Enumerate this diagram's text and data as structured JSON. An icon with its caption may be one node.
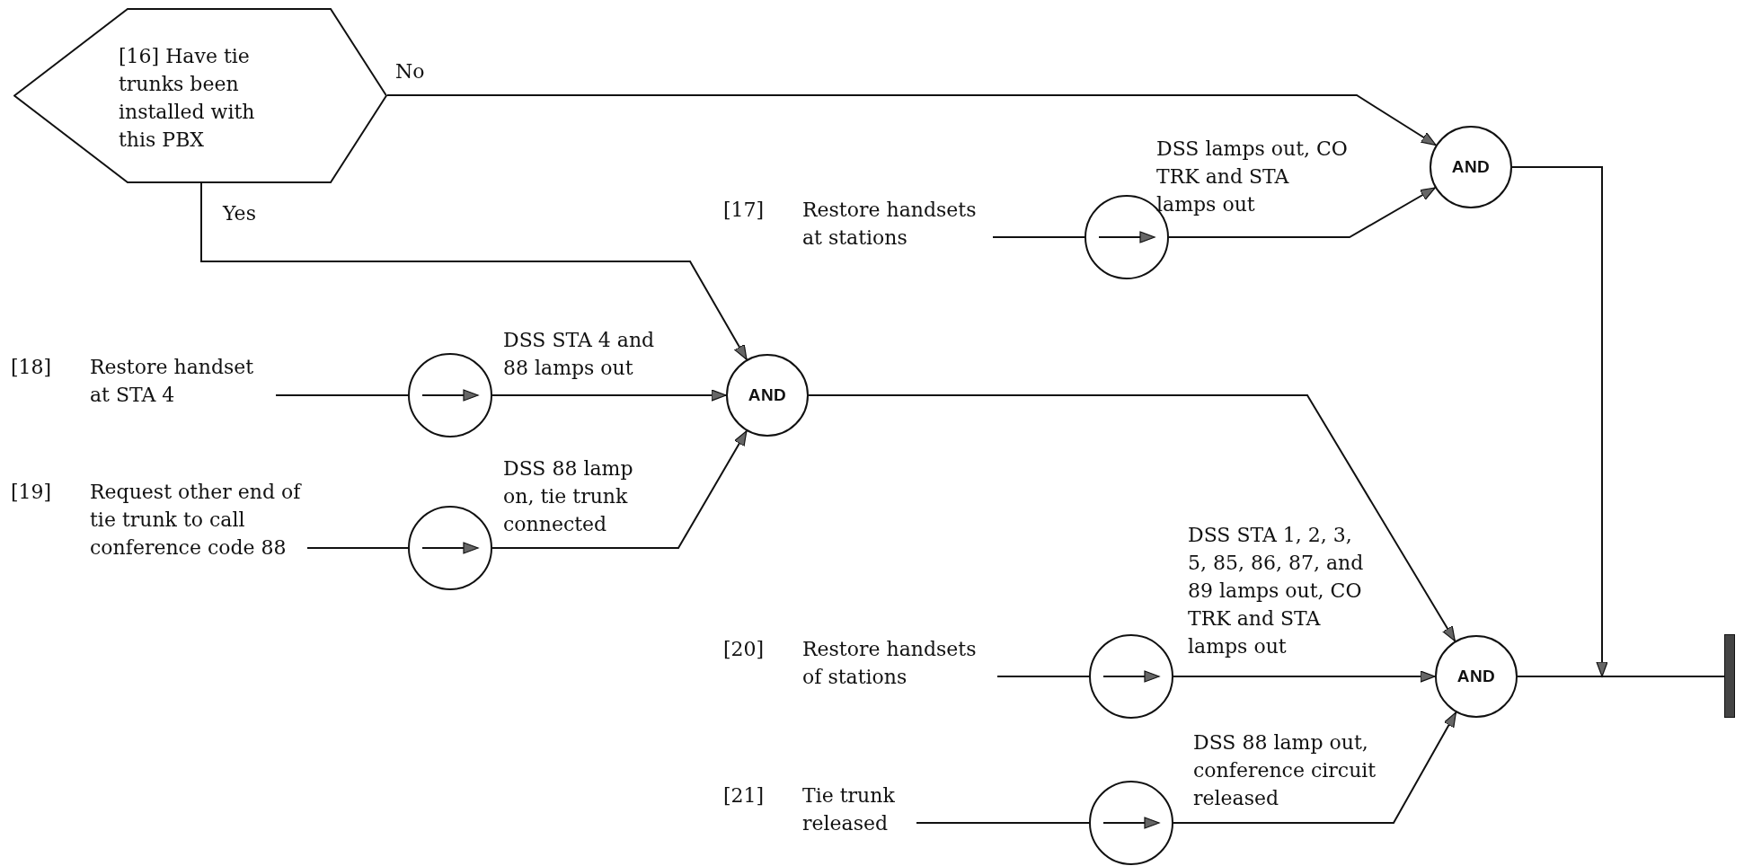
{
  "diagram": {
    "nodes": [
      {
        "text": [
          "[16] Have tie trunks been installed with this PBX"
        ]
      },
      {
        "text": [
          "[17]",
          "Restore handsets at stations"
        ]
      },
      {
        "text": [],
        "shape": "circle"
      },
      {
        "text": [
          "AND"
        ]
      },
      {
        "text": [
          "[18]",
          "Restore handset at STA 4"
        ]
      },
      {
        "text": [],
        "shape": "circle"
      },
      {
        "text": [
          "AND"
        ]
      },
      {
        "text": [
          "[19]",
          "Request other end of tie trunk to call conference code 88"
        ]
      },
      {
        "text": [],
        "shape": "circle"
      },
      {
        "text": [
          "[20]",
          "Restore handsets of stations"
        ]
      },
      {
        "text": [],
        "shape": "circle"
      },
      {
        "text": [
          "AND"
        ]
      },
      {
        "text": [
          "[21]",
          "Tie trunk released"
        ]
      },
      {
        "text": [],
        "shape": "circle"
      },
      {
        "text": [],
        "shape": "bar"
      }
    ],
    "edges": [
      {
        "from": 0,
        "to": 3,
        "arrow": "to",
        "label": "No"
      },
      {
        "from": 0,
        "to": 6,
        "arrow": "to",
        "label": "Yes"
      },
      {
        "from": 1,
        "to": 2,
        "arrow": "none"
      },
      {
        "from": 2,
        "to": 3,
        "arrow": "to",
        "label": "DSS lamps out, CO TRK and STA lamps out"
      },
      {
        "from": 4,
        "to": 5,
        "arrow": "none"
      },
      {
        "from": 5,
        "to": 6,
        "arrow": "to",
        "label": "DSS STA 4 and 88 lamps out"
      },
      {
        "from": 7,
        "to": 8,
        "arrow": "none"
      },
      {
        "from": 8,
        "to": 6,
        "arrow": "to",
        "label": "DSS 88 lamp on, tie trunk connected"
      },
      {
        "from": 3,
        "to": null,
        "arrow": "to"
      },
      {
        "from": 6,
        "to": 11,
        "arrow": "to"
      },
      {
        "from": 9,
        "to": 10,
        "arrow": "none"
      },
      {
        "from": 10,
        "to": 11,
        "arrow": "to",
        "label": "DSS STA 1, 2, 3, 5, 85, 86, 87, and 89 lamps out, CO TRK and STA lamps out"
      },
      {
        "from": 12,
        "to": 13,
        "arrow": "none"
      },
      {
        "from": 13,
        "to": 11,
        "arrow": "to",
        "label": "DSS 88 lamp out, conference circuit released"
      },
      {
        "from": 11,
        "to": 14,
        "arrow": "none"
      }
    ]
  }
}
